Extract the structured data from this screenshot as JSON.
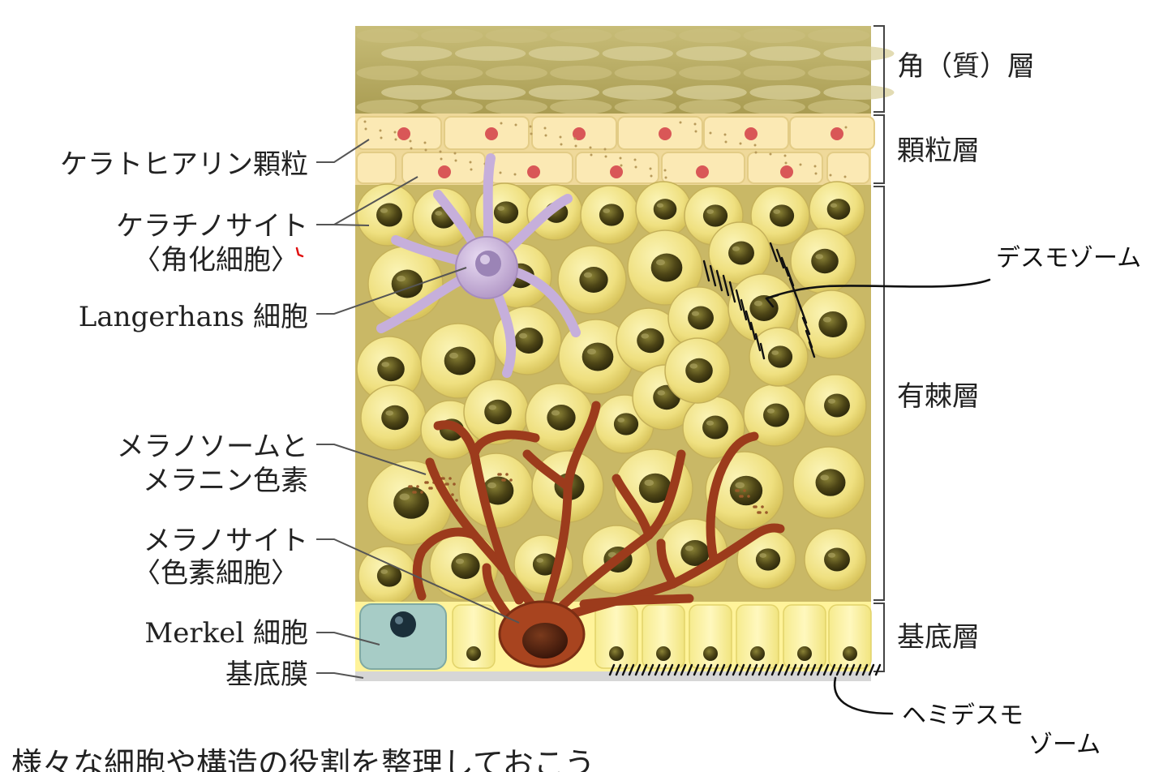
{
  "layers": {
    "stratum_corneum": "角（質）層",
    "stratum_granulosum": "顆粒層",
    "stratum_spinosum": "有棘層",
    "stratum_basale": "基底層"
  },
  "structures": {
    "keratohyalin": "ケラトヒアリン顆粒",
    "keratinocyte_line1": "ケラチノサイト",
    "keratinocyte_line2": "〈角化細胞〉",
    "langerhans": "Langerhans 細胞",
    "melanosome_line1": "メラノソームと",
    "melanosome_line2": "メラニン色素",
    "melanocyte_line1": "メラノサイト",
    "melanocyte_line2": "〈色素細胞〉",
    "merkel": "Merkel 細胞",
    "basement_membrane": "基底膜"
  },
  "handwritten": {
    "desmosome": "デスモゾーム",
    "hemidesmosome_line1": "ヘミデスモ",
    "hemidesmosome_line2": "ゾーム"
  },
  "caption": "様々な細胞や構造の役割を整理しておこう",
  "colors": {
    "corneum": "#b9ad63",
    "granular": "#f5e2a8",
    "spinous_bg": "#c8b765",
    "keratinocyte": "#f2e58e",
    "nucleus": "#4a4318",
    "langerhans": "#c9b3dc",
    "melanocyte": "#9e3d1e",
    "basal": "#fff3a0",
    "merkel": "#a9cfc8",
    "basement": "#d4d4d4"
  }
}
